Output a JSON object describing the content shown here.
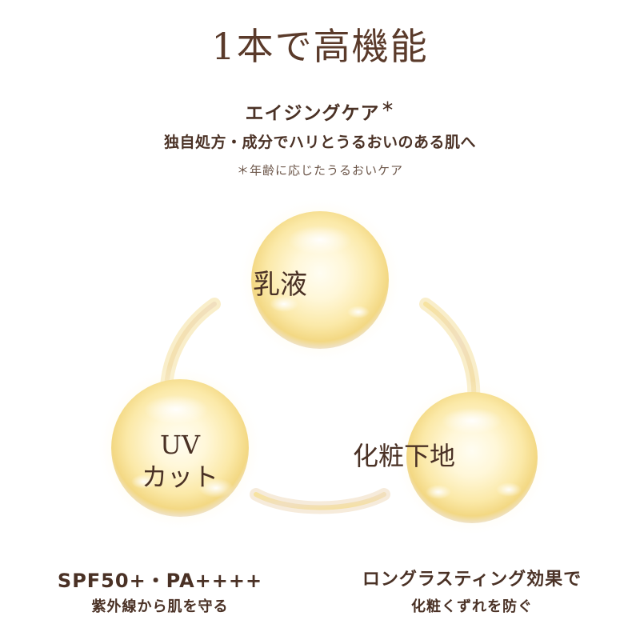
{
  "headline": "1本で高機能",
  "aging": {
    "title": "エイジングケア",
    "title_mark": "＊",
    "subtitle": "独自処方・成分でハリとうるおいのある肌へ",
    "note": "＊年齢に応じたうるおいケア"
  },
  "orbs": {
    "milk": "乳液",
    "uv_line1": "UV",
    "uv_line2": "カット",
    "base": "化粧下地"
  },
  "uv_feature": {
    "title": "SPF50+・PA++++",
    "subtitle": "紫外線から肌を守る"
  },
  "long_feature": {
    "title": "ロングラスティング効果で",
    "subtitle": "化粧くずれを防ぐ"
  },
  "colors": {
    "text": "#4a3125",
    "orb_core": "#fff8d6",
    "orb_edge": "#f3dc8a",
    "ring": "#f5e3a6"
  }
}
